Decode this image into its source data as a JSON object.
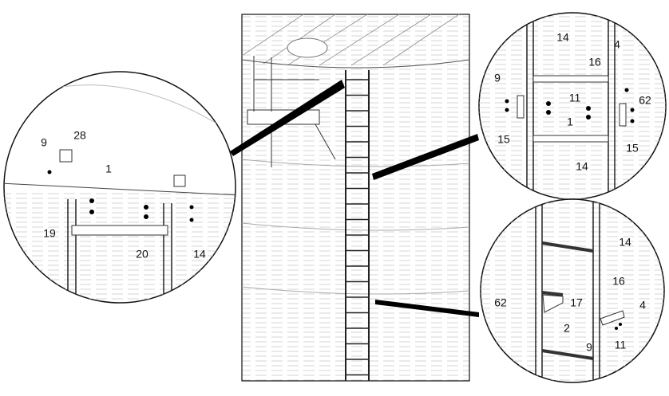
{
  "left_detail": {
    "labels": [
      "9",
      "28",
      "1",
      "19",
      "20",
      "14"
    ]
  },
  "top_right_detail": {
    "labels": [
      "14",
      "4",
      "16",
      "9",
      "11",
      "62",
      "1",
      "15",
      "15",
      "14"
    ]
  },
  "bottom_right_detail": {
    "labels": [
      "14",
      "16",
      "62",
      "17",
      "4",
      "2",
      "9",
      "11"
    ]
  }
}
